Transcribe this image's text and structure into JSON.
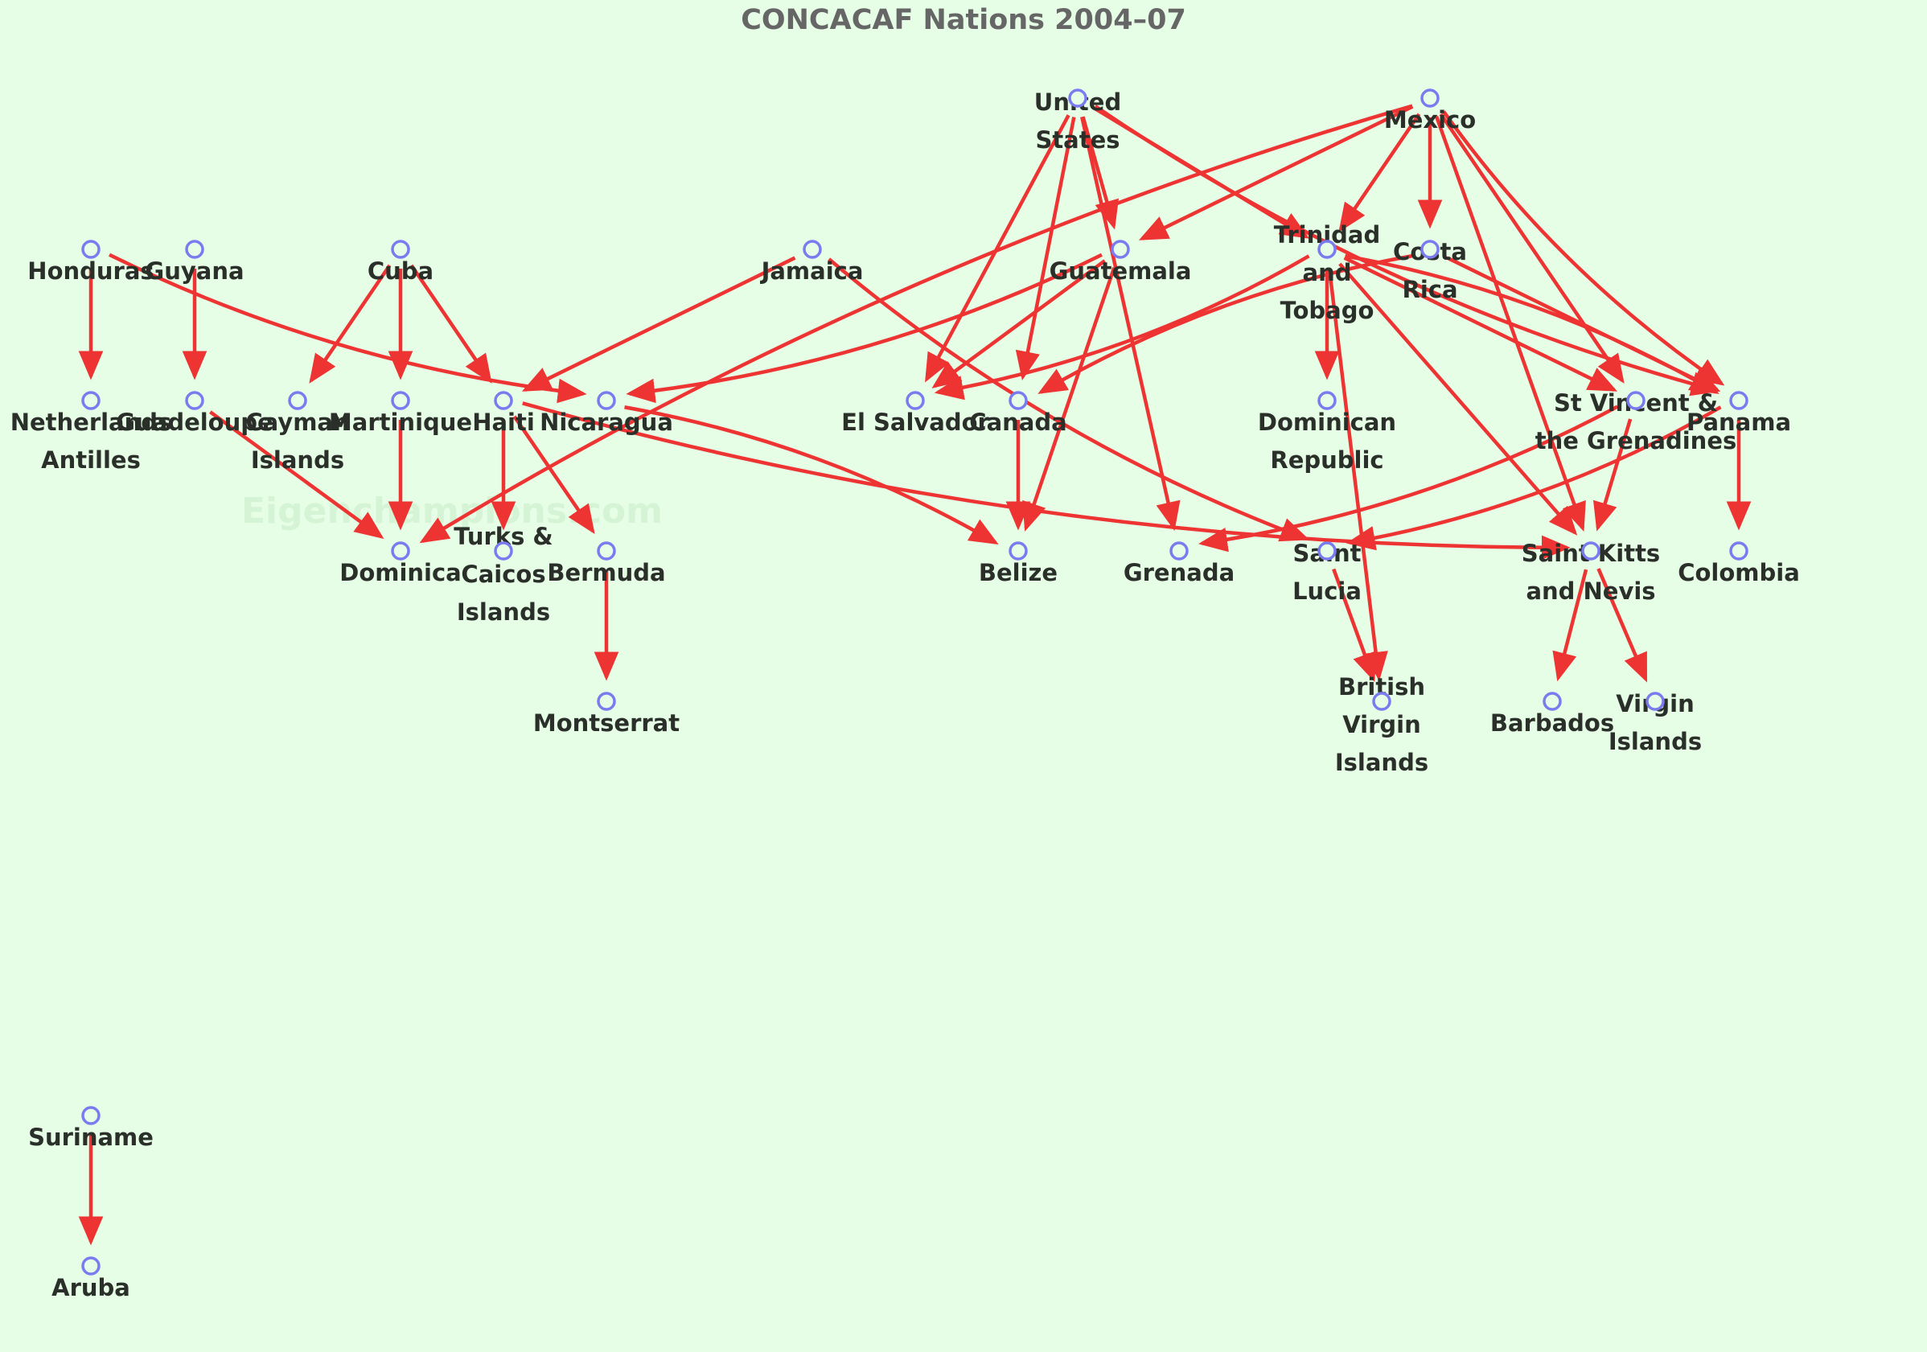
{
  "title": "CONCACAF Nations 2004–07",
  "watermark": "Eigenchampions.com",
  "colors": {
    "background": "#e6fde6",
    "edge": "#ee3333",
    "node_stroke": "#7b7bf0",
    "label": "#2a2f2a",
    "title": "#666666"
  },
  "nodes": [
    {
      "id": "united-states",
      "lines": [
        "United",
        "States"
      ]
    },
    {
      "id": "mexico",
      "lines": [
        "Mexico"
      ]
    },
    {
      "id": "honduras",
      "lines": [
        "Honduras"
      ]
    },
    {
      "id": "guyana",
      "lines": [
        "Guyana"
      ]
    },
    {
      "id": "cuba",
      "lines": [
        "Cuba"
      ]
    },
    {
      "id": "jamaica",
      "lines": [
        "Jamaica"
      ]
    },
    {
      "id": "guatemala",
      "lines": [
        "Guatemala"
      ]
    },
    {
      "id": "trinidad-and-tobago",
      "lines": [
        "Trinidad",
        "and",
        "Tobago"
      ]
    },
    {
      "id": "costa-rica",
      "lines": [
        "Costa",
        "Rica"
      ]
    },
    {
      "id": "netherlands-antilles",
      "lines": [
        "Netherlands",
        "Antilles"
      ]
    },
    {
      "id": "guadeloupe",
      "lines": [
        "Guadeloupe"
      ]
    },
    {
      "id": "cayman-islands",
      "lines": [
        "Cayman",
        "Islands"
      ]
    },
    {
      "id": "martinique",
      "lines": [
        "Martinique"
      ]
    },
    {
      "id": "haiti",
      "lines": [
        "Haiti"
      ]
    },
    {
      "id": "nicaragua",
      "lines": [
        "Nicaragua"
      ]
    },
    {
      "id": "el-salvador",
      "lines": [
        "El Salvador"
      ]
    },
    {
      "id": "canada",
      "lines": [
        "Canada"
      ]
    },
    {
      "id": "dominican-republic",
      "lines": [
        "Dominican",
        "Republic"
      ]
    },
    {
      "id": "st-vincent",
      "lines": [
        "St Vincent &",
        "the Grenadines"
      ]
    },
    {
      "id": "panama",
      "lines": [
        "Panama"
      ]
    },
    {
      "id": "dominica",
      "lines": [
        "Dominica"
      ]
    },
    {
      "id": "turks-caicos",
      "lines": [
        "Turks &",
        "Caicos",
        "Islands"
      ]
    },
    {
      "id": "bermuda",
      "lines": [
        "Bermuda"
      ]
    },
    {
      "id": "belize",
      "lines": [
        "Belize"
      ]
    },
    {
      "id": "grenada",
      "lines": [
        "Grenada"
      ]
    },
    {
      "id": "saint-lucia",
      "lines": [
        "Saint",
        "Lucia"
      ]
    },
    {
      "id": "saint-kitts",
      "lines": [
        "Saint Kitts",
        "and Nevis"
      ]
    },
    {
      "id": "colombia",
      "lines": [
        "Colombia"
      ]
    },
    {
      "id": "montserrat",
      "lines": [
        "Montserrat"
      ]
    },
    {
      "id": "british-virgin-islands",
      "lines": [
        "British",
        "Virgin",
        "Islands"
      ]
    },
    {
      "id": "barbados",
      "lines": [
        "Barbados"
      ]
    },
    {
      "id": "virgin-islands",
      "lines": [
        "Virgin",
        "Islands"
      ]
    },
    {
      "id": "suriname",
      "lines": [
        "Suriname"
      ]
    },
    {
      "id": "aruba",
      "lines": [
        "Aruba"
      ]
    }
  ],
  "edges": [
    [
      "united-states",
      "guatemala"
    ],
    [
      "united-states",
      "el-salvador"
    ],
    [
      "united-states",
      "canada"
    ],
    [
      "united-states",
      "trinidad-and-tobago"
    ],
    [
      "united-states",
      "panama"
    ],
    [
      "united-states",
      "grenada"
    ],
    [
      "mexico",
      "guatemala"
    ],
    [
      "mexico",
      "trinidad-and-tobago"
    ],
    [
      "mexico",
      "costa-rica"
    ],
    [
      "mexico",
      "st-vincent"
    ],
    [
      "mexico",
      "panama"
    ],
    [
      "mexico",
      "saint-kitts"
    ],
    [
      "mexico",
      "dominica"
    ],
    [
      "honduras",
      "netherlands-antilles"
    ],
    [
      "honduras",
      "nicaragua"
    ],
    [
      "guyana",
      "guadeloupe"
    ],
    [
      "cuba",
      "cayman-islands"
    ],
    [
      "cuba",
      "martinique"
    ],
    [
      "cuba",
      "haiti"
    ],
    [
      "jamaica",
      "haiti"
    ],
    [
      "jamaica",
      "saint-lucia"
    ],
    [
      "guatemala",
      "nicaragua"
    ],
    [
      "guatemala",
      "el-salvador"
    ],
    [
      "guatemala",
      "belize"
    ],
    [
      "trinidad-and-tobago",
      "dominican-republic"
    ],
    [
      "trinidad-and-tobago",
      "el-salvador"
    ],
    [
      "trinidad-and-tobago",
      "st-vincent"
    ],
    [
      "trinidad-and-tobago",
      "panama"
    ],
    [
      "trinidad-and-tobago",
      "saint-kitts"
    ],
    [
      "trinidad-and-tobago",
      "british-virgin-islands"
    ],
    [
      "costa-rica",
      "canada"
    ],
    [
      "costa-rica",
      "panama"
    ],
    [
      "guadeloupe",
      "dominica"
    ],
    [
      "martinique",
      "dominica"
    ],
    [
      "haiti",
      "turks-caicos"
    ],
    [
      "haiti",
      "bermuda"
    ],
    [
      "haiti",
      "saint-kitts"
    ],
    [
      "nicaragua",
      "belize"
    ],
    [
      "canada",
      "belize"
    ],
    [
      "st-vincent",
      "grenada"
    ],
    [
      "st-vincent",
      "saint-kitts"
    ],
    [
      "panama",
      "saint-lucia"
    ],
    [
      "panama",
      "colombia"
    ],
    [
      "bermuda",
      "montserrat"
    ],
    [
      "saint-lucia",
      "british-virgin-islands"
    ],
    [
      "saint-kitts",
      "barbados"
    ],
    [
      "saint-kitts",
      "virgin-islands"
    ],
    [
      "suriname",
      "aruba"
    ]
  ]
}
